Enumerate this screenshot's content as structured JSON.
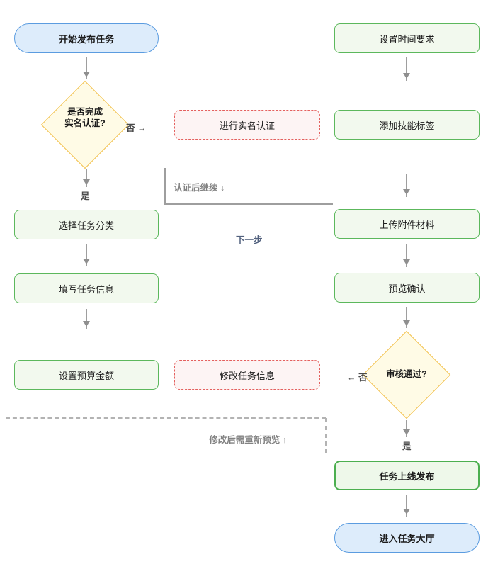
{
  "diagram_title": "task-publish-flowchart",
  "colors": {
    "blue_fill": "#ddecfb",
    "blue_border": "#5b9ce0",
    "green_fill": "#f2f9ee",
    "green_border": "#5cb85c",
    "green_strong_border": "#4caf50",
    "yellow_fill": "#fffbe6",
    "yellow_border": "#f2c14e",
    "red_fill": "#fdf4f4",
    "red_border": "#e4605e",
    "arrow_gray": "#9e9e9e",
    "label_gray": "#828282",
    "divider_blue": "#5a6b85"
  },
  "nodes": {
    "start": "开始发布任务",
    "decision_realname_line1": "是否完成",
    "decision_realname_line2": "实名认证?",
    "select_category": "选择任务分类",
    "fill_info": "填写任务信息",
    "set_budget": "设置预算金额",
    "do_realname": "进行实名认证",
    "modify_info": "修改任务信息",
    "set_time": "设置时间要求",
    "add_tags": "添加技能标签",
    "upload_files": "上传附件材料",
    "preview_confirm": "预览确认",
    "decision_review": "审核通过?",
    "publish": "任务上线发布",
    "enter_hall": "进入任务大厅"
  },
  "labels": {
    "no_right": "否 →",
    "yes_first": "是",
    "auth_continue": "认证后继续 ↓",
    "next_step": "下一步",
    "no_left": "← 否",
    "yes_second": "是",
    "re_preview": "修改后需重新预览 ↑"
  }
}
